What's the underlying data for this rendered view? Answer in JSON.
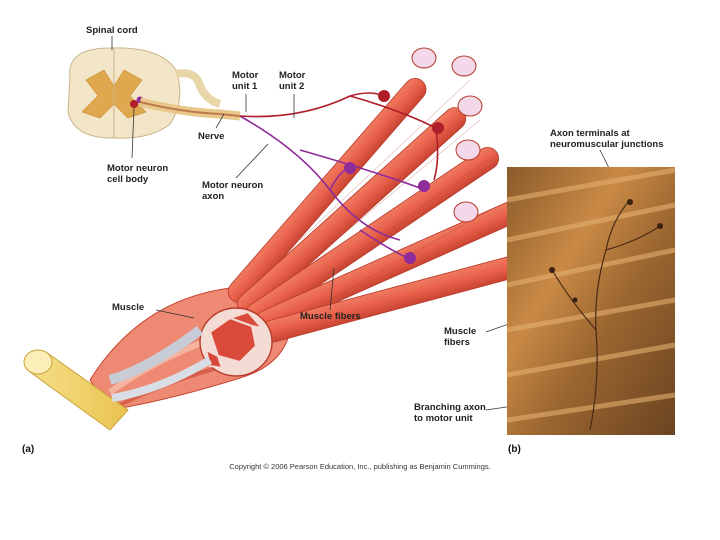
{
  "labels": {
    "spinal_cord": "Spinal cord",
    "motor_unit_1_line1": "Motor",
    "motor_unit_1_line2": "unit 1",
    "motor_unit_2_line1": "Motor",
    "motor_unit_2_line2": "unit 2",
    "nerve": "Nerve",
    "motor_neuron_cell_body_line1": "Motor neuron",
    "motor_neuron_cell_body_line2": "cell body",
    "motor_neuron_axon_line1": "Motor neuron",
    "motor_neuron_axon_line2": "axon",
    "muscle": "Muscle",
    "muscle_fibers_a": "Muscle fibers",
    "axon_terminals_line1": "Axon terminals at",
    "axon_terminals_line2": "neuromuscular junctions",
    "muscle_fibers_b_line1": "Muscle",
    "muscle_fibers_b_line2": "fibers",
    "branching_axon_line1": "Branching axon",
    "branching_axon_line2": "to motor unit"
  },
  "panels": {
    "a": "(a)",
    "b": "(b)"
  },
  "copyright": "Copyright © 2006 Pearson Education, Inc., publishing as Benjamin Cummings.",
  "colors": {
    "muscle": "#e8604a",
    "muscle_dark": "#c0392b",
    "motor_unit_1": "#8e2c9a",
    "motor_unit_2": "#b01e2a",
    "spinal_gray": "#e0a84e",
    "tendon": "#f1d36a"
  }
}
